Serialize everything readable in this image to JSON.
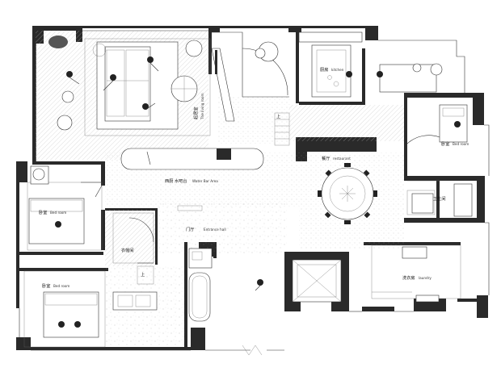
{
  "rooms": {
    "living_room": {
      "cn": "起居室",
      "en": "The living room"
    },
    "kitchen": {
      "cn": "厨房",
      "en": "kitchen"
    },
    "restaurant": {
      "cn": "餐厅",
      "en": "restaurant"
    },
    "western_kitchen": {
      "cn": "西厨 水吧台",
      "en": "Water Bar Area"
    },
    "entrance_hall": {
      "cn": "门厅",
      "en": "Entrance hall"
    },
    "bedroom_left_top": {
      "cn": "卧室",
      "en": "Bed room"
    },
    "bedroom_left_bottom": {
      "cn": "卧室",
      "en": "Bed room"
    },
    "bedroom_right": {
      "cn": "卧室",
      "en": "Bed room"
    },
    "cloakroom": {
      "cn": "衣帽间",
      "en": ""
    },
    "bathroom": {
      "cn": "卫生间",
      "en": ""
    },
    "laundry": {
      "cn": "洗衣房",
      "en": "laundry"
    }
  },
  "marks": {
    "up_arrow": "上"
  },
  "colors": {
    "wall": "#2a2a2a",
    "line": "#333333",
    "background": "#ffffff"
  }
}
